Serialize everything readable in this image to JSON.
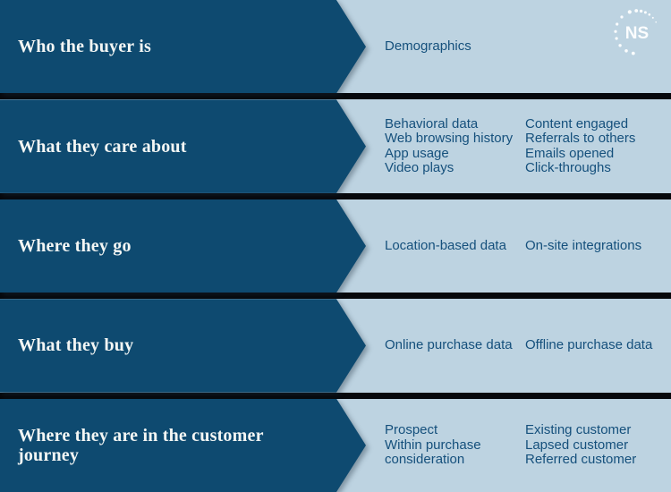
{
  "logo": {
    "text": "NS",
    "icon": "dotted-circle-swirl"
  },
  "colors": {
    "arrow_navy": "#0e4a70",
    "background_light_blue": "#bdd3e1",
    "divider_black": "#06080c",
    "title_text": "#f3f6f4",
    "data_text": "#15507c",
    "logo_white": "#fbfdfe"
  },
  "rows": [
    {
      "title": "Who the buyer is",
      "col1": [
        "Demographics"
      ],
      "col2": []
    },
    {
      "title": "What they care about",
      "col1": [
        "Behavioral data",
        "Web browsing history",
        "App usage",
        "Video plays"
      ],
      "col2": [
        "Content engaged",
        "Referrals to others",
        "Emails opened",
        "Click-throughs"
      ]
    },
    {
      "title": "Where they go",
      "col1": [
        "Location-based data"
      ],
      "col2": [
        "On-site integrations"
      ]
    },
    {
      "title": "What they buy",
      "col1": [
        "Online purchase data"
      ],
      "col2": [
        "Offline purchase data"
      ]
    },
    {
      "title": "Where they are in the customer journey",
      "col1": [
        "Prospect",
        "Within purchase consideration"
      ],
      "col2": [
        "Existing customer",
        "Lapsed customer",
        "Referred customer"
      ]
    }
  ]
}
